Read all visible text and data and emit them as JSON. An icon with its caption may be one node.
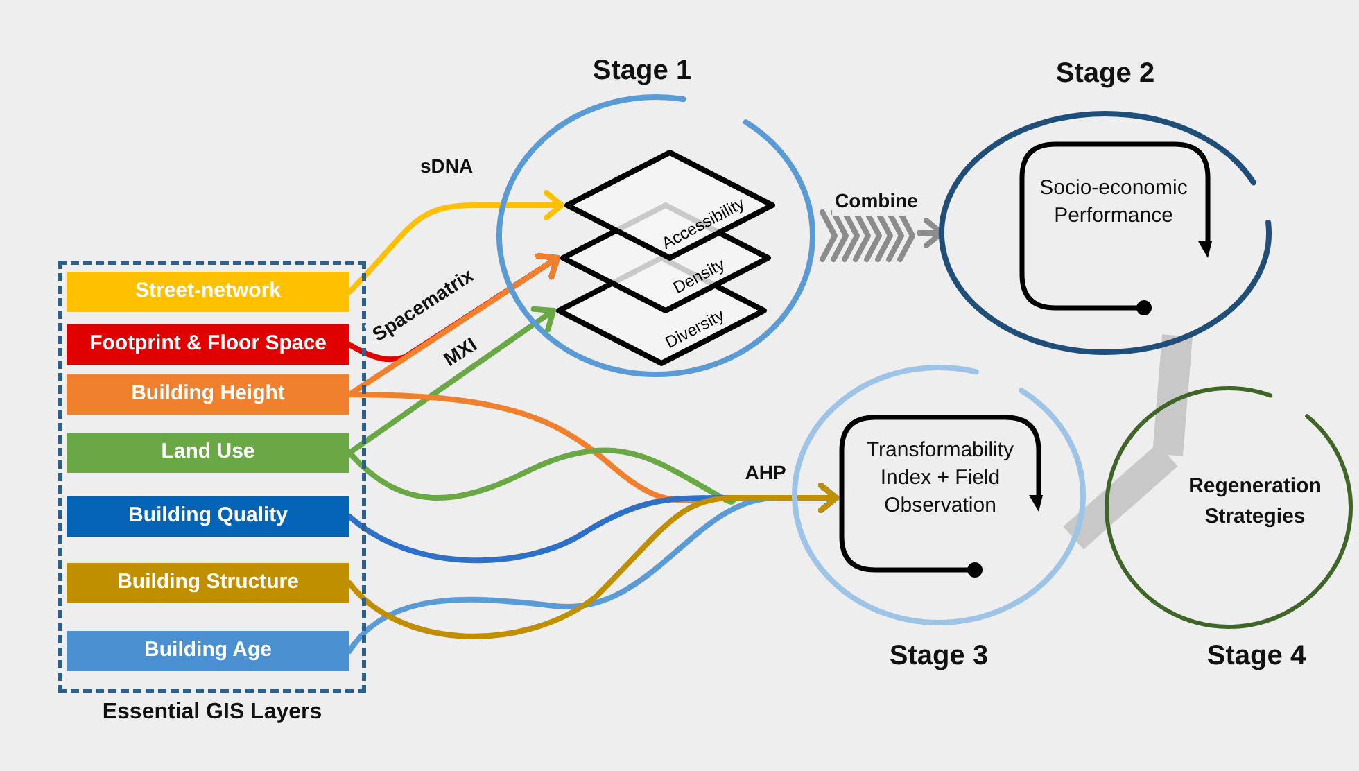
{
  "diagram": {
    "nodes": [
      {
        "text": [
          "Essential GIS Layers"
        ]
      },
      {
        "text": [
          "Street-network"
        ],
        "in": 0
      },
      {
        "text": [
          "Footprint & Floor Space"
        ],
        "in": 0
      },
      {
        "text": [
          "Building Height"
        ],
        "in": 0
      },
      {
        "text": [
          "Land Use"
        ],
        "in": 0
      },
      {
        "text": [
          "Building Quality"
        ],
        "in": 0
      },
      {
        "text": [
          "Building Structure"
        ],
        "in": 0
      },
      {
        "text": [
          "Building Age"
        ],
        "in": 0
      },
      {
        "text": [
          "Stage 1"
        ]
      },
      {
        "text": [
          "Accessibility"
        ],
        "in": 8
      },
      {
        "text": [
          "Density"
        ],
        "in": 8
      },
      {
        "text": [
          "Diversity"
        ],
        "in": 8
      },
      {
        "text": [
          "Stage 2"
        ]
      },
      {
        "text": [
          "Socio-economic Performance"
        ],
        "in": 12
      },
      {
        "text": [
          "Stage 3"
        ]
      },
      {
        "text": [
          "Transformability Index + Field Observation"
        ],
        "in": 14
      },
      {
        "text": [
          "Regeneration Strategies",
          "Stage 4"
        ]
      }
    ],
    "edges": [
      {
        "from": 1,
        "to": 9,
        "arrow": "to",
        "label": "sDNA",
        "color": "#ffc000"
      },
      {
        "from": 2,
        "to": 10,
        "arrow": "to",
        "color": "#e00000"
      },
      {
        "from": 3,
        "to": 10,
        "arrow": "to",
        "label": "Spacematrix",
        "color": "#f0802d"
      },
      {
        "from": 4,
        "to": 11,
        "arrow": "to",
        "label": "MXI",
        "color": "#69a844"
      },
      {
        "from": 3,
        "to": 15,
        "arrow": "to",
        "color": "#f0802d"
      },
      {
        "from": 4,
        "to": 15,
        "arrow": "to",
        "color": "#69a844"
      },
      {
        "from": 5,
        "to": 15,
        "arrow": "to",
        "color": "#2e6fc8"
      },
      {
        "from": 7,
        "to": 15,
        "arrow": "to",
        "color": "#5b9bd5"
      },
      {
        "from": 6,
        "to": 15,
        "arrow": "to",
        "label": "AHP",
        "color": "#bf8f00"
      },
      {
        "from": 8,
        "to": 12,
        "arrow": "to",
        "label": "Combine",
        "color": "#8c8c8c"
      },
      {
        "from": 12,
        "to": 16,
        "arrow": "none",
        "style": "thick",
        "color": "#c8c8c8"
      },
      {
        "from": 14,
        "to": 16,
        "arrow": "none",
        "style": "thick",
        "color": "#c8c8c8"
      }
    ]
  }
}
